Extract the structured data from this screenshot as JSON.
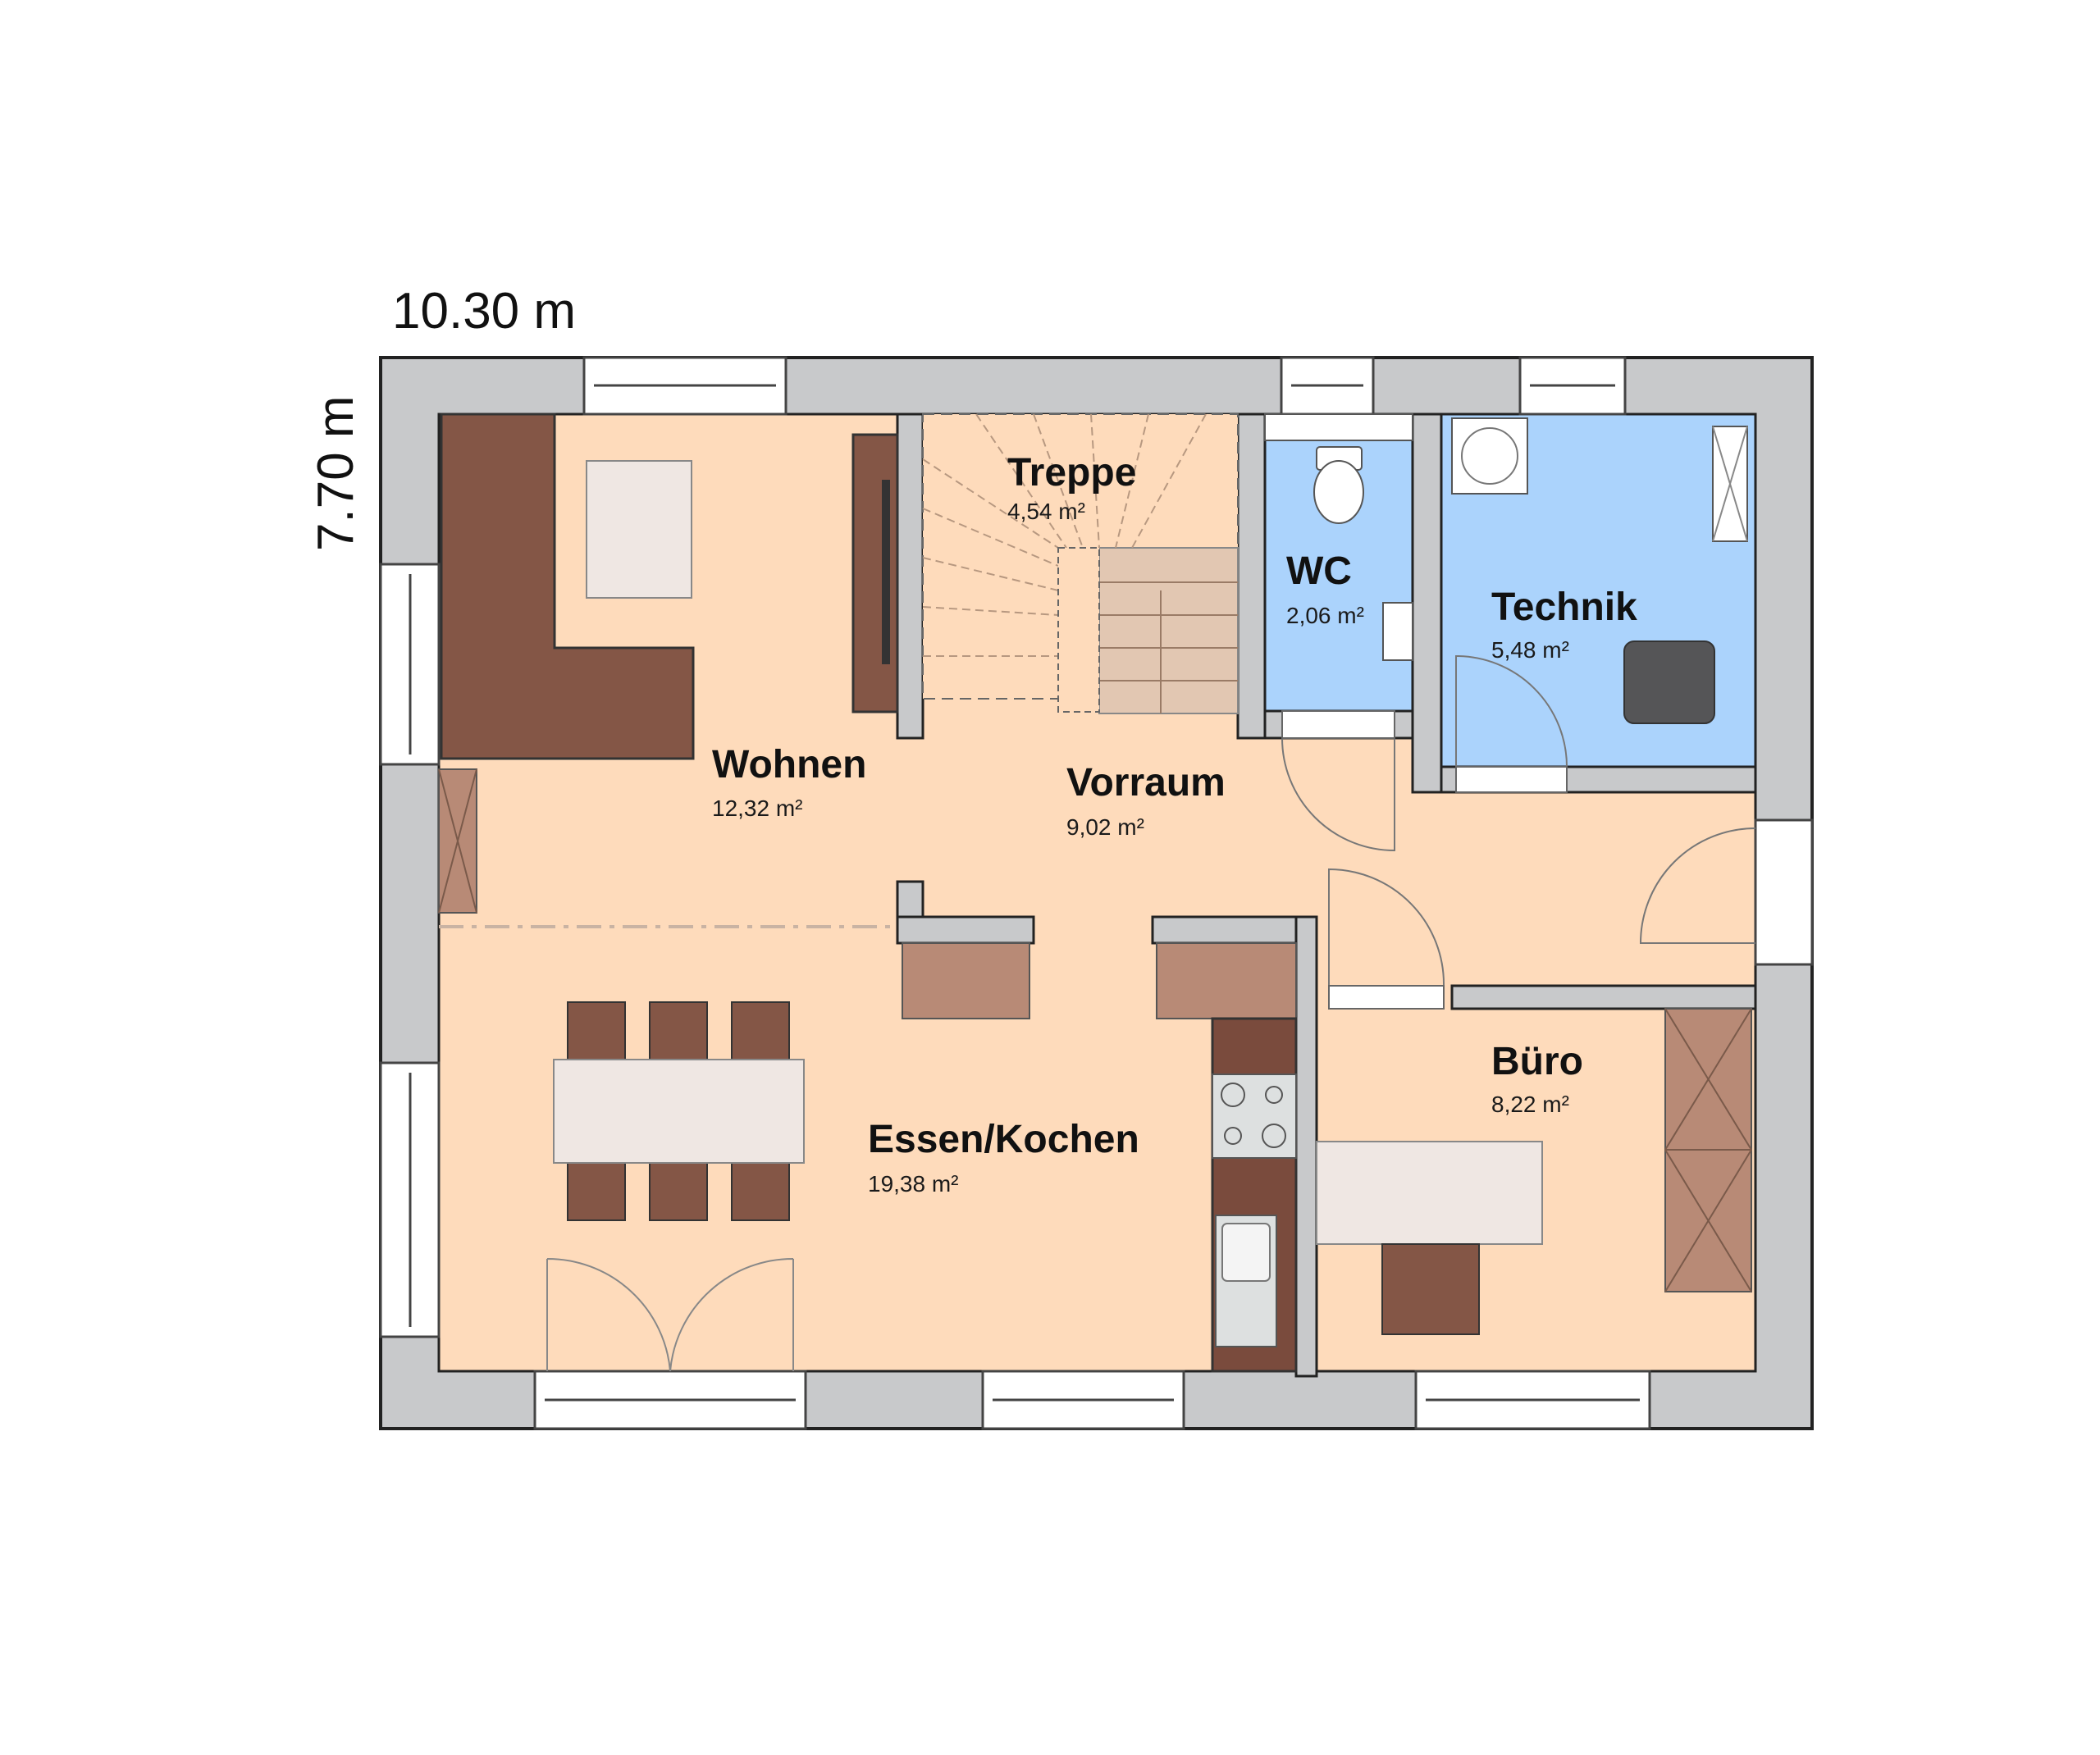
{
  "dimensions": {
    "width_label": "10.30 m",
    "height_label": "7.70 m"
  },
  "rooms": {
    "treppe": {
      "name": "Treppe",
      "area": "4,54 m²"
    },
    "wc": {
      "name": "WC",
      "area": "2,06 m²"
    },
    "technik": {
      "name": "Technik",
      "area": "5,48 m²"
    },
    "wohnen": {
      "name": "Wohnen",
      "area": "12,32 m²"
    },
    "vorraum": {
      "name": "Vorraum",
      "area": "9,02 m²"
    },
    "essen": {
      "name": "Essen/Kochen",
      "area": "19,38 m²"
    },
    "buero": {
      "name": "Büro",
      "area": "8,22 m²"
    }
  },
  "colors": {
    "wall": "#c8c9cb",
    "wall_stroke": "#222222",
    "floor_warm": "#fedbbb",
    "floor_blue": "#abd3fc",
    "sofa": "#845646",
    "furniture_light": "#efe7e3",
    "counter": "#b88a76",
    "kitchen_dark": "#7a4b3d",
    "window": "#ffffff"
  }
}
